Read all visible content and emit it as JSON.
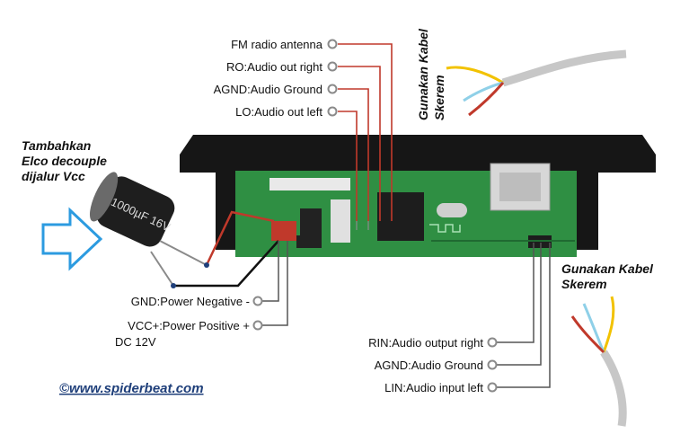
{
  "diagram": {
    "top_labels": [
      "FM radio antenna",
      "RO:Audio out right",
      "AGND:Audio Ground",
      "LO:Audio out left"
    ],
    "left_labels": [
      "GND:Power Negative -",
      "VCC+:Power Positive +",
      "DC 12V"
    ],
    "bottom_labels": [
      "RIN:Audio output right",
      "AGND:Audio Ground",
      "LIN:Audio input left"
    ],
    "notes": {
      "capacitor_note": [
        "Tambahkan",
        "Elco decouple",
        "dijalur Vcc"
      ],
      "cable_note_top": [
        "Gunakan Kabel",
        "Skerem"
      ],
      "cable_note_bottom": [
        "Gunakan Kabel",
        "Skerem"
      ]
    },
    "capacitor_marking": "1000µF 16V",
    "watermark": "©www.spiderbeat.com",
    "colors": {
      "line_red": "#c0392b",
      "line_gray": "#555555",
      "pcb_green": "#2f8f43",
      "board_black": "#161616",
      "arrow_blue": "#2c9be0",
      "cable_gray": "#c7c7c7",
      "wire_yellow": "#f2c200",
      "wire_cyan": "#8fd0e8",
      "wire_red": "#c0392b"
    }
  }
}
